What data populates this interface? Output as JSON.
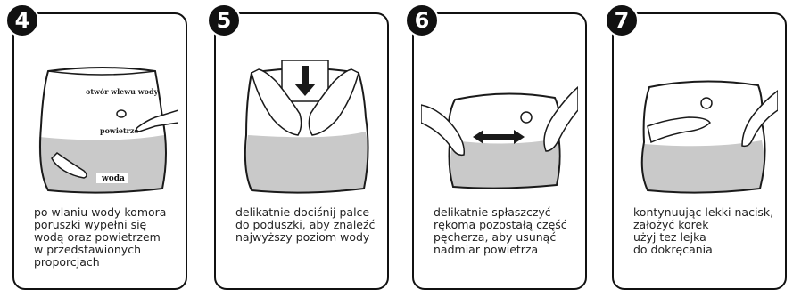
{
  "steps": [
    {
      "number": "4",
      "caption": "po wlaniu wody komora\nporuszki wypełni się\nwodą oraz powietrzem\nw przedstawionych\nproporcjach",
      "labels": {
        "opening": "otwór wlewu wody",
        "air": "powietrze",
        "water": "woda"
      }
    },
    {
      "number": "5",
      "caption": "delikatnie dociśnij palce\ndo poduszki, aby znaleźć\nnajwyższy poziom wody"
    },
    {
      "number": "6",
      "caption": "delikatnie spłaszczyć\nrękoma pozostałą część\npęcherza, aby usunąć\nnadmiar powietrza"
    },
    {
      "number": "7",
      "caption": "kontynuując lekki nacisk,\nzałożyć korek\nużyj tez lejka\ndo dokręcania"
    }
  ],
  "colors": {
    "water": "#c9c9c9",
    "outline": "#1a1a1a",
    "badge": "#111111"
  }
}
